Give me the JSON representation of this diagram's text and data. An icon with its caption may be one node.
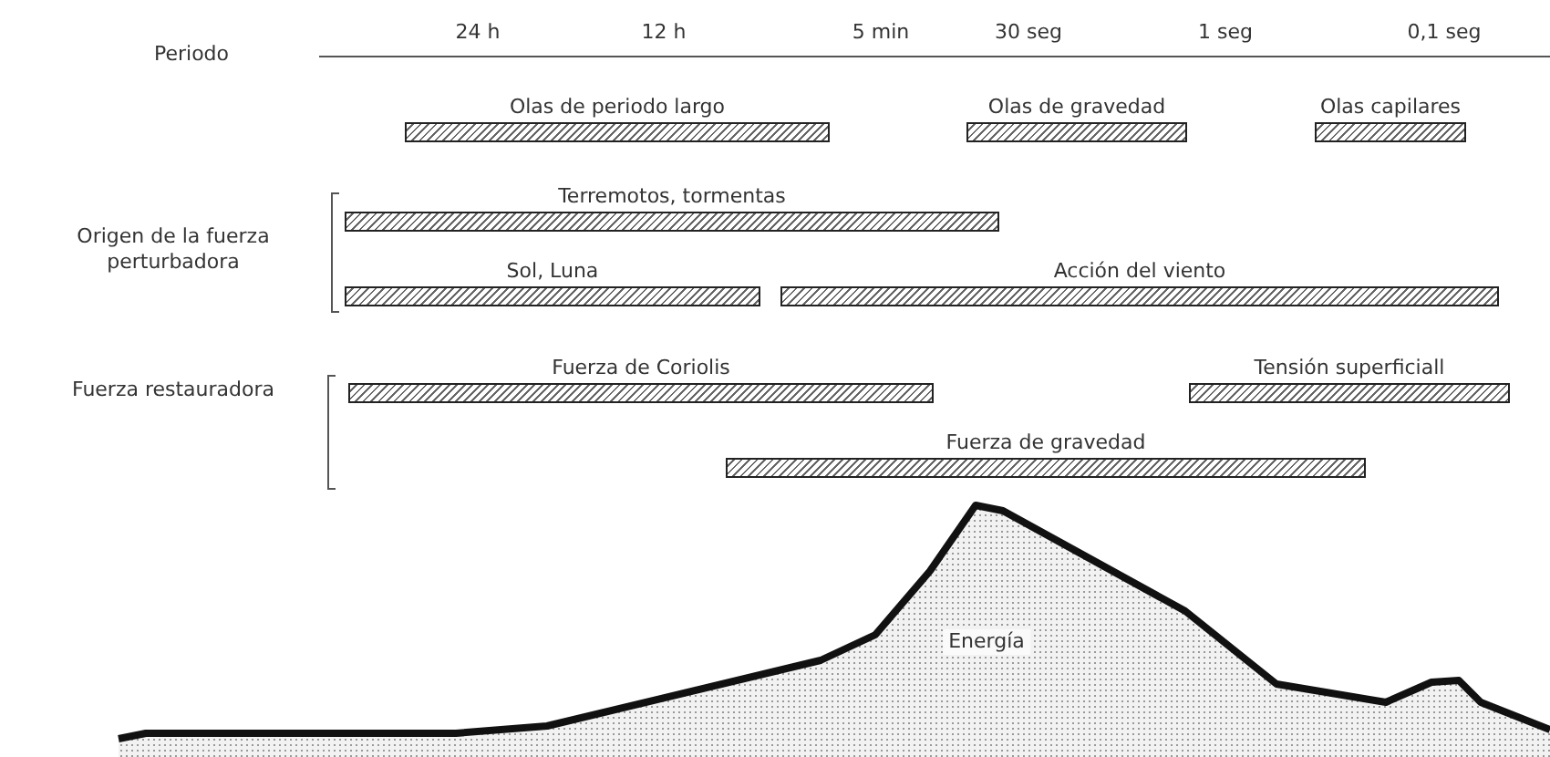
{
  "diagram": {
    "nodes": [
      {
        "text": [
          "Olas de periodo largo"
        ]
      },
      {
        "text": [
          "Olas de gravedad"
        ]
      },
      {
        "text": [
          "Olas capilares"
        ]
      },
      {
        "text": [
          "Terremotos, tormentas"
        ]
      },
      {
        "text": [
          "Sol, Luna"
        ]
      },
      {
        "text": [
          "Acción del viento"
        ]
      },
      {
        "text": [
          "Fuerza de Coriolis"
        ]
      },
      {
        "text": [
          "Tensión superficiall"
        ]
      },
      {
        "text": [
          "Fuerza de gravedad"
        ]
      }
    ],
    "labels": [
      "Periodo",
      "24 h",
      "12 h",
      "5 min",
      "30 seg",
      "1 seg",
      "0,1 seg",
      "Origen de la fuerza perturbadora",
      "Fuerza restauradora",
      "Energía"
    ]
  }
}
